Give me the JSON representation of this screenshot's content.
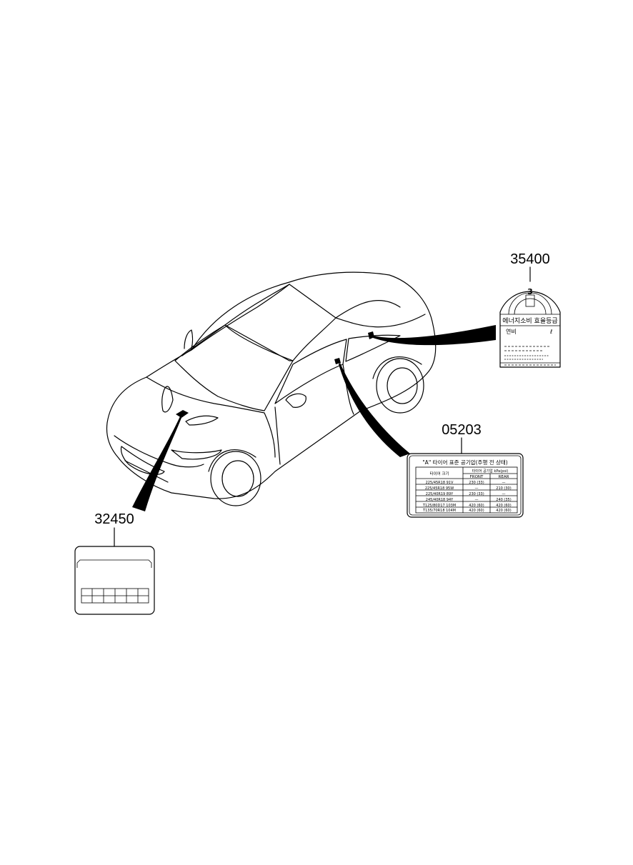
{
  "parts": {
    "p35400": {
      "number": "35400",
      "icon": "energy-efficiency-label-icon"
    },
    "p05203": {
      "number": "05203",
      "icon": "tire-pressure-label-icon"
    },
    "p32450": {
      "number": "32450",
      "icon": "emission-label-icon"
    }
  },
  "label_35400": {
    "grade": "3",
    "title": "에너지소비 효율등급",
    "fuel_economy": "연비",
    "unit": "ℓ"
  },
  "label_05203": {
    "title": "\"A\" 타이어 표준 공기압(주행 전 상태)",
    "col_size": "타이어 크기",
    "col_pressure": "타이어 공기압 kPa(psi)",
    "col_front": "FRONT",
    "col_rear": "REAR",
    "rows": [
      {
        "size": "225/45R18 91V",
        "front": "230 (33)",
        "rear": "—"
      },
      {
        "size": "225/45R18 95W",
        "front": "—",
        "rear": "210 (30)"
      },
      {
        "size": "225/40R19 89Y",
        "front": "230 (33)",
        "rear": "—"
      },
      {
        "size": "245/40R18 94Y",
        "front": "—",
        "rear": "240 (35)"
      },
      {
        "size": "T125/80D17 103M",
        "front": "420 (60)",
        "rear": "420 (60)"
      },
      {
        "size": "T135/70R18 104M",
        "front": "420 (60)",
        "rear": "420 (60)"
      }
    ]
  }
}
